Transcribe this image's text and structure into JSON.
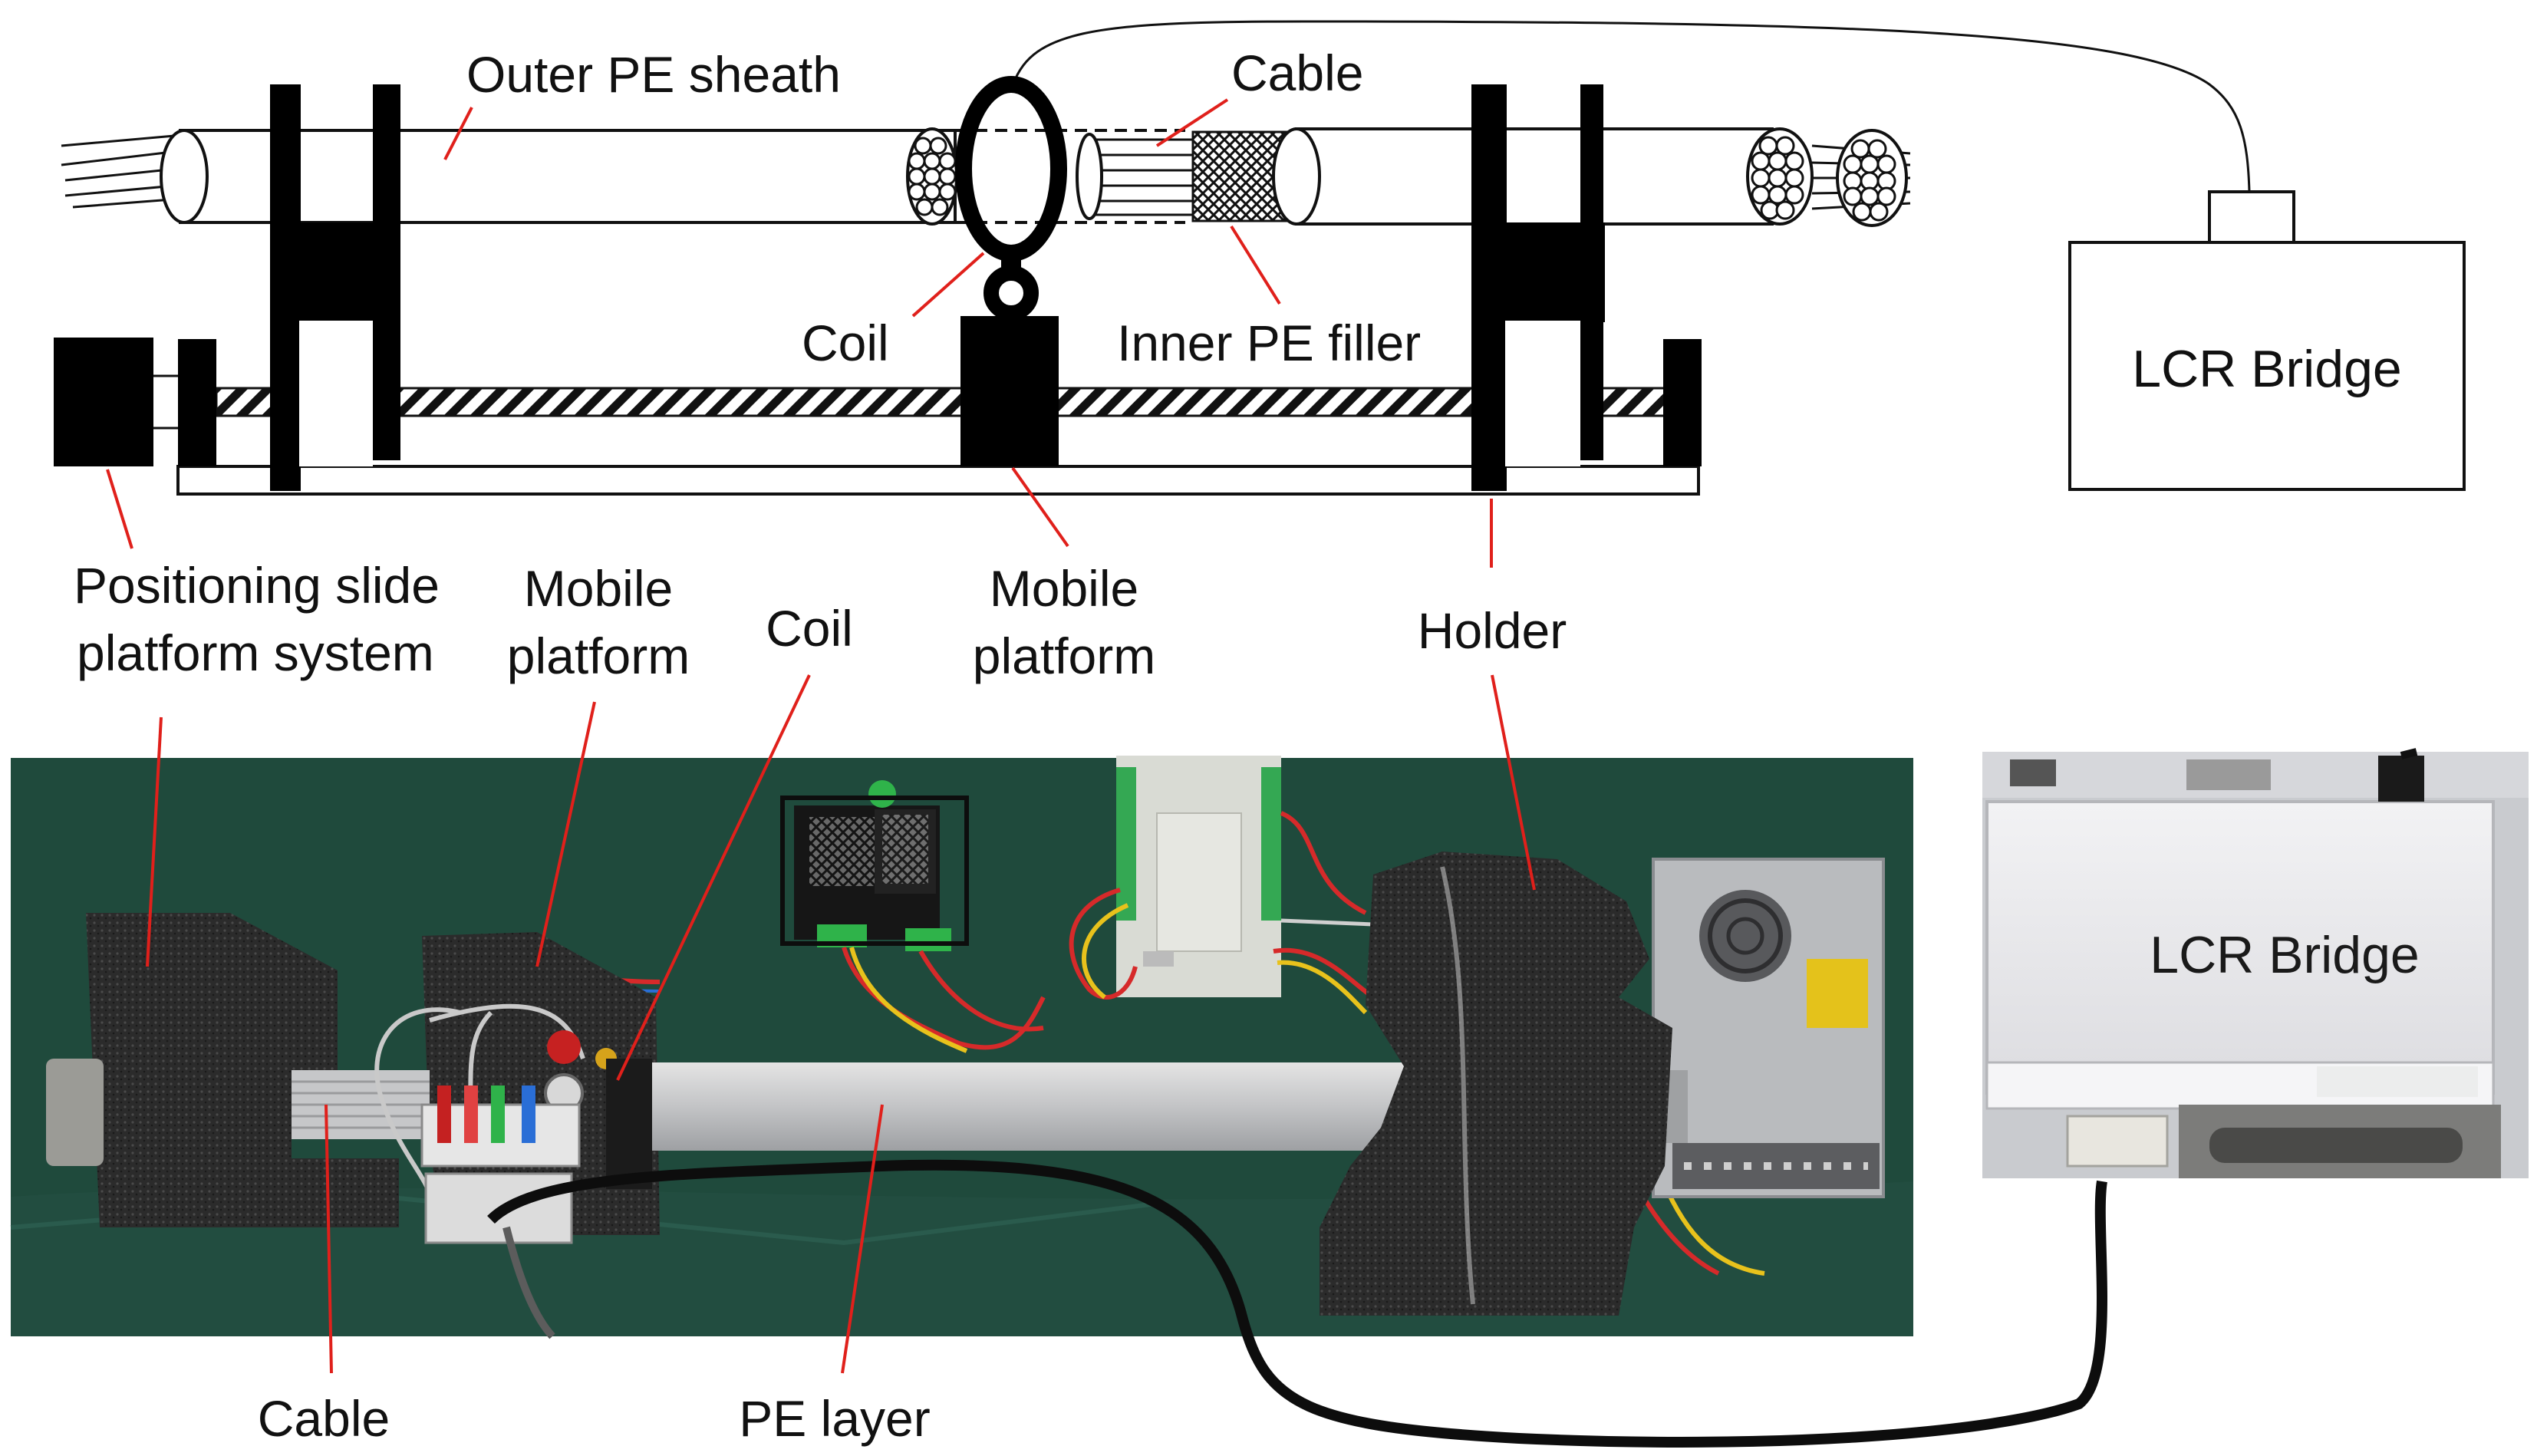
{
  "labels": {
    "outer_pe_sheath": "Outer PE sheath",
    "cable_top": "Cable",
    "coil_top": "Coil",
    "inner_pe_filler": "Inner PE filler",
    "lcr_top": "LCR Bridge",
    "positioning_line1": "Positioning slide",
    "positioning_line2": "platform system",
    "mobile1_line1": "Mobile",
    "mobile1_line2": "platform",
    "coil_mid": "Coil",
    "mobile2_line1": "Mobile",
    "mobile2_line2": "platform",
    "holder": "Holder",
    "lcr_photo": "LCR Bridge",
    "cable_bottom": "Cable",
    "pe_layer": "PE layer"
  },
  "colors": {
    "leader": "#e0201b",
    "mat_green": "#1f4a3c",
    "foam": "#2a2a2a",
    "pipe": "#c9c9c9",
    "instrument": "#e9e9ec"
  }
}
